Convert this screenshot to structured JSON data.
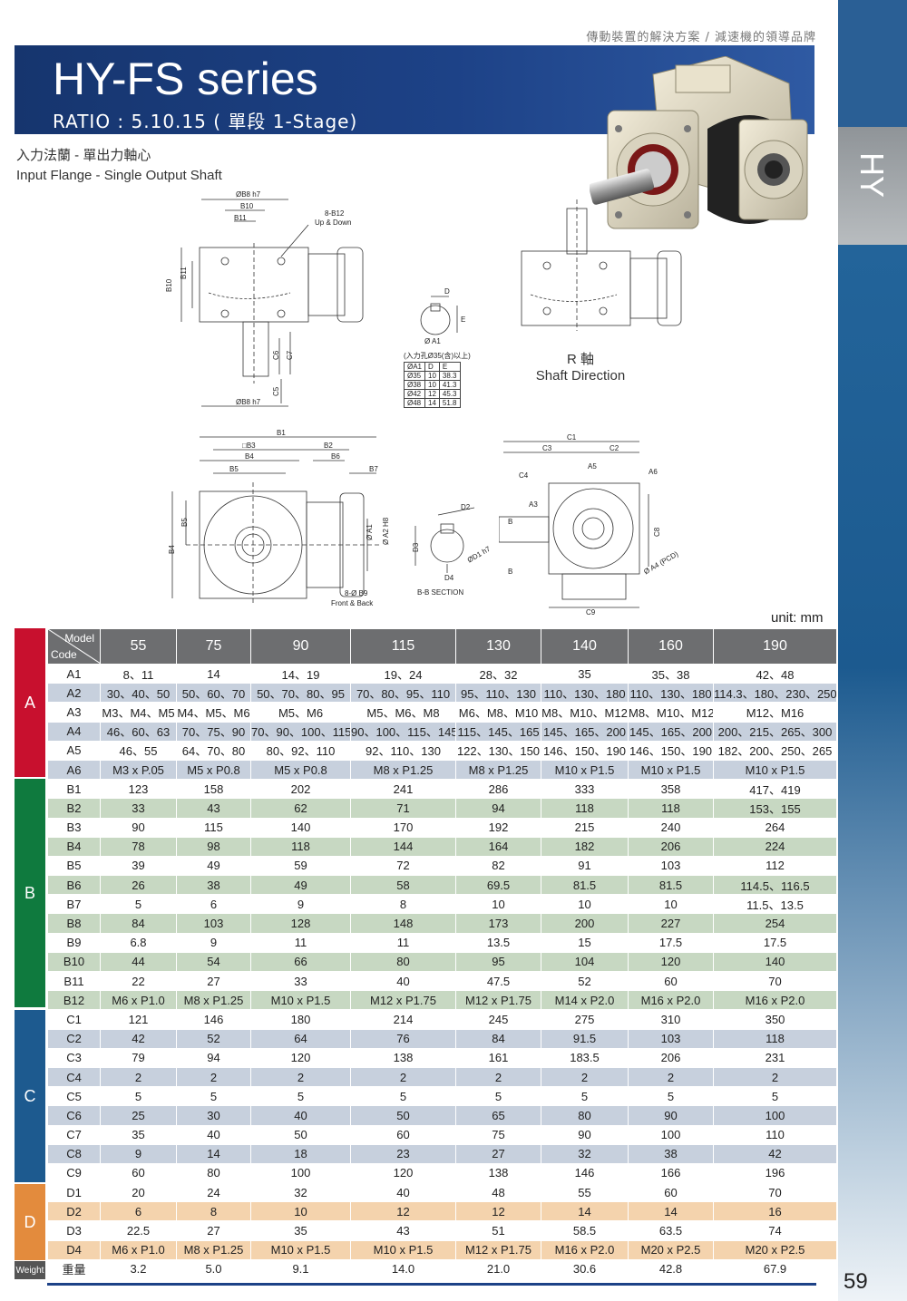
{
  "header": {
    "tagline": "傳動裝置的解決方案 / 減速機的領導品牌",
    "title": "HY-FS series",
    "ratio": "RATIO : 5.10.15 ( 單段 1-Stage)"
  },
  "sidebar": {
    "label": "HY"
  },
  "subtitle": {
    "zh": "入力法蘭 - 單出力軸心",
    "en": "Input Flange - Single Output Shaft"
  },
  "drawing_labels": {
    "b8h7": "ØB8 h7",
    "b10": "B10",
    "b11": "B11",
    "b12": "8-B12",
    "updown": "Up & Down",
    "c5": "C5",
    "c6": "C6",
    "c7": "C7",
    "b1": "B1",
    "b2": "B2",
    "b3": "□B3",
    "b4": "B4",
    "b5": "B5",
    "b6": "B6",
    "b7": "B7",
    "b9": "8-Ø B9",
    "frontback": "Front & Back",
    "d": "D",
    "e": "E",
    "a1": "Ø A1",
    "a2": "Ø A2 H8",
    "d1": "ØD1 h7",
    "d2": "D2",
    "d3": "D3",
    "d4": "D4",
    "bbsection": "B-B SECTION",
    "c1": "C1",
    "c2": "C2",
    "c3": "C3",
    "c4": "C4",
    "c8": "C8",
    "c9": "C9",
    "a3": "A3",
    "a4": "Ø A4 (PCD)",
    "a5": "A5",
    "a6": "A6",
    "bmark": "B"
  },
  "keyway_table": {
    "note": "(入力孔Ø35(含)以上)",
    "headers": [
      "ØA1",
      "D",
      "E"
    ],
    "rows": [
      [
        "Ø35",
        "10",
        "38.3"
      ],
      [
        "Ø38",
        "10",
        "41.3"
      ],
      [
        "Ø42",
        "12",
        "45.3"
      ],
      [
        "Ø48",
        "14",
        "51.8"
      ]
    ]
  },
  "shaft_label": {
    "zh": "R 軸",
    "en": "Shaft Direction"
  },
  "unit": "unit: mm",
  "spec_table": {
    "corner_model": "Model",
    "corner_code": "Code",
    "models": [
      "55",
      "75",
      "90",
      "115",
      "130",
      "140",
      "160",
      "190"
    ],
    "groups": [
      {
        "name": "A",
        "color": "#c8102e",
        "rows": [
          {
            "code": "A1",
            "v": [
              "8、11",
              "14",
              "14、19",
              "19、24",
              "28、32",
              "35",
              "35、38",
              "42、48"
            ]
          },
          {
            "code": "A2",
            "v": [
              "30、40、50",
              "50、60、70",
              "50、70、80、95",
              "70、80、95、110",
              "95、110、130",
              "110、130、180",
              "110、130、180",
              "114.3、180、230、250"
            ]
          },
          {
            "code": "A3",
            "v": [
              "M3、M4、M5",
              "M4、M5、M6",
              "M5、M6",
              "M5、M6、M8",
              "M6、M8、M10",
              "M8、M10、M12",
              "M8、M10、M12",
              "M12、M16"
            ]
          },
          {
            "code": "A4",
            "v": [
              "46、60、63",
              "70、75、90",
              "70、90、100、115",
              "90、100、115、145",
              "115、145、165",
              "145、165、200",
              "145、165、200",
              "200、215、265、300"
            ]
          },
          {
            "code": "A5",
            "v": [
              "46、55",
              "64、70、80",
              "80、92、110",
              "92、110、130",
              "122、130、150",
              "146、150、190",
              "146、150、190",
              "182、200、250、265"
            ]
          },
          {
            "code": "A6",
            "v": [
              "M3 x P.05",
              "M5 x P0.8",
              "M5 x P0.8",
              "M8 x P1.25",
              "M8 x P1.25",
              "M10 x P1.5",
              "M10 x P1.5",
              "M10 x P1.5"
            ]
          }
        ]
      },
      {
        "name": "B",
        "color": "#0f7a3e",
        "rows": [
          {
            "code": "B1",
            "v": [
              "123",
              "158",
              "202",
              "241",
              "286",
              "333",
              "358",
              "417、419"
            ]
          },
          {
            "code": "B2",
            "v": [
              "33",
              "43",
              "62",
              "71",
              "94",
              "118",
              "118",
              "153、155"
            ]
          },
          {
            "code": "B3",
            "v": [
              "90",
              "115",
              "140",
              "170",
              "192",
              "215",
              "240",
              "264"
            ]
          },
          {
            "code": "B4",
            "v": [
              "78",
              "98",
              "118",
              "144",
              "164",
              "182",
              "206",
              "224"
            ]
          },
          {
            "code": "B5",
            "v": [
              "39",
              "49",
              "59",
              "72",
              "82",
              "91",
              "103",
              "112"
            ]
          },
          {
            "code": "B6",
            "v": [
              "26",
              "38",
              "49",
              "58",
              "69.5",
              "81.5",
              "81.5",
              "114.5、116.5"
            ]
          },
          {
            "code": "B7",
            "v": [
              "5",
              "6",
              "9",
              "8",
              "10",
              "10",
              "10",
              "11.5、13.5"
            ]
          },
          {
            "code": "B8",
            "v": [
              "84",
              "103",
              "128",
              "148",
              "173",
              "200",
              "227",
              "254"
            ]
          },
          {
            "code": "B9",
            "v": [
              "6.8",
              "9",
              "11",
              "11",
              "13.5",
              "15",
              "17.5",
              "17.5"
            ]
          },
          {
            "code": "B10",
            "v": [
              "44",
              "54",
              "66",
              "80",
              "95",
              "104",
              "120",
              "140"
            ]
          },
          {
            "code": "B11",
            "v": [
              "22",
              "27",
              "33",
              "40",
              "47.5",
              "52",
              "60",
              "70"
            ]
          },
          {
            "code": "B12",
            "v": [
              "M6 x P1.0",
              "M8 x P1.25",
              "M10 x P1.5",
              "M12 x P1.75",
              "M12 x P1.75",
              "M14 x P2.0",
              "M16 x P2.0",
              "M16 x P2.0"
            ]
          }
        ]
      },
      {
        "name": "C",
        "color": "#1d5a8f",
        "rows": [
          {
            "code": "C1",
            "v": [
              "121",
              "146",
              "180",
              "214",
              "245",
              "275",
              "310",
              "350"
            ]
          },
          {
            "code": "C2",
            "v": [
              "42",
              "52",
              "64",
              "76",
              "84",
              "91.5",
              "103",
              "118"
            ]
          },
          {
            "code": "C3",
            "v": [
              "79",
              "94",
              "120",
              "138",
              "161",
              "183.5",
              "206",
              "231"
            ]
          },
          {
            "code": "C4",
            "v": [
              "2",
              "2",
              "2",
              "2",
              "2",
              "2",
              "2",
              "2"
            ]
          },
          {
            "code": "C5",
            "v": [
              "5",
              "5",
              "5",
              "5",
              "5",
              "5",
              "5",
              "5"
            ]
          },
          {
            "code": "C6",
            "v": [
              "25",
              "30",
              "40",
              "50",
              "65",
              "80",
              "90",
              "100"
            ]
          },
          {
            "code": "C7",
            "v": [
              "35",
              "40",
              "50",
              "60",
              "75",
              "90",
              "100",
              "110"
            ]
          },
          {
            "code": "C8",
            "v": [
              "9",
              "14",
              "18",
              "23",
              "27",
              "32",
              "38",
              "42"
            ]
          },
          {
            "code": "C9",
            "v": [
              "60",
              "80",
              "100",
              "120",
              "138",
              "146",
              "166",
              "196"
            ]
          }
        ]
      },
      {
        "name": "D",
        "color": "#e38b3d",
        "rows": [
          {
            "code": "D1",
            "v": [
              "20",
              "24",
              "32",
              "40",
              "48",
              "55",
              "60",
              "70"
            ]
          },
          {
            "code": "D2",
            "v": [
              "6",
              "8",
              "10",
              "12",
              "12",
              "14",
              "14",
              "16"
            ]
          },
          {
            "code": "D3",
            "v": [
              "22.5",
              "27",
              "35",
              "43",
              "51",
              "58.5",
              "63.5",
              "74"
            ]
          },
          {
            "code": "D4",
            "v": [
              "M6 x P1.0",
              "M8 x P1.25",
              "M10 x P1.5",
              "M10 x P1.5",
              "M12 x P1.75",
              "M16 x P2.0",
              "M20 x P2.5",
              "M20 x P2.5"
            ]
          }
        ]
      }
    ],
    "weight": {
      "tag": "Weight",
      "code": "重量",
      "v": [
        "3.2",
        "5.0",
        "9.1",
        "14.0",
        "21.0",
        "30.6",
        "42.8",
        "67.9"
      ]
    }
  },
  "page_number": "59"
}
